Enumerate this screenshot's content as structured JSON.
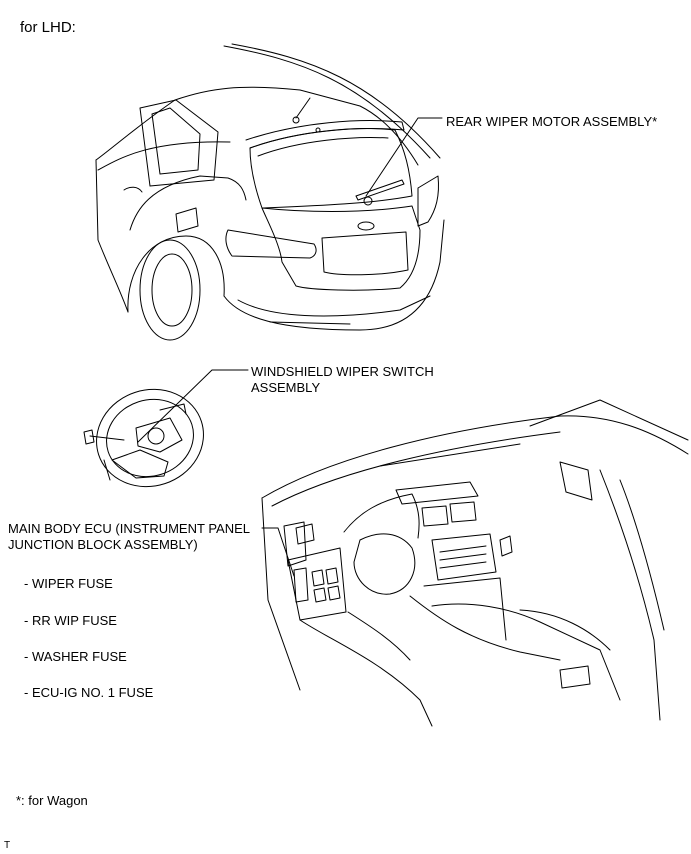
{
  "title": "for LHD:",
  "labels": {
    "rear_wiper_motor": "REAR WIPER MOTOR ASSEMBLY*",
    "windshield_switch_line1": "WINDSHIELD WIPER SWITCH",
    "windshield_switch_line2": "ASSEMBLY",
    "main_body_ecu_line1": "MAIN BODY ECU (INSTRUMENT PANEL",
    "main_body_ecu_line2": "JUNCTION BLOCK ASSEMBLY)"
  },
  "fuses": [
    "- WIPER FUSE",
    "- RR WIP FUSE",
    "- WASHER FUSE",
    "- ECU-IG NO. 1 FUSE"
  ],
  "footnote": "*: for Wagon",
  "figure_code": "T"
}
